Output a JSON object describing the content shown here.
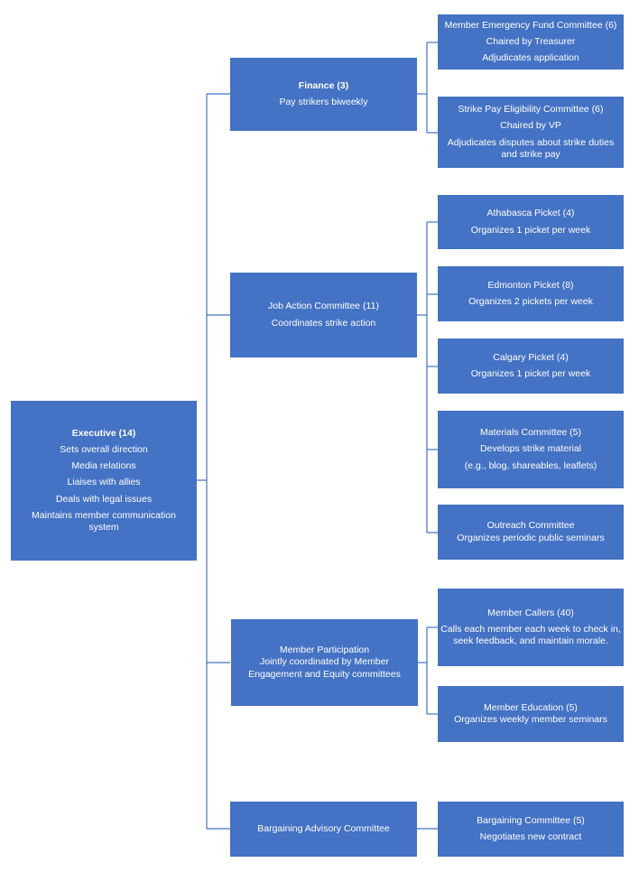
{
  "executive": {
    "title": "Executive (14)",
    "lines": [
      "Sets overall direction",
      "Media relations",
      "Liaises with allies",
      "Deals with legal issues",
      "Maintains member communication system"
    ]
  },
  "finance": {
    "title": "Finance (3)",
    "lines": [
      "Pay strikers biweekly"
    ],
    "children": [
      {
        "title": "Member Emergency Fund Committee (6)",
        "lines": [
          "Chaired by Treasurer",
          "Adjudicates application"
        ]
      },
      {
        "title": "Strike Pay Eligibility Committee (6)",
        "lines": [
          "Chaired by VP",
          "Adjudicates disputes about strike duties and strike pay"
        ]
      }
    ]
  },
  "job_action": {
    "title": "Job Action Committee (11)",
    "lines": [
      "Coordinates strike action"
    ],
    "children": [
      {
        "title": "Athabasca Picket (4)",
        "lines": [
          "Organizes 1 picket per week"
        ]
      },
      {
        "title": "Edmonton Picket (8)",
        "lines": [
          "Organizes 2 pickets per week"
        ]
      },
      {
        "title": "Calgary Picket (4)",
        "lines": [
          "Organizes 1 picket per week"
        ]
      },
      {
        "title": "Materials Committee (5)",
        "lines": [
          "Develops strike material",
          "(e.g., blog, shareables, leaflets)"
        ]
      },
      {
        "title": "Outreach Committee",
        "lines": [
          "Organizes periodic public seminars"
        ]
      }
    ]
  },
  "member_participation": {
    "title": "Member Participation",
    "lines": [
      "Jointly coordinated by Member Engagement and Equity committees"
    ],
    "children": [
      {
        "title": "Member Callers (40)",
        "lines": [
          "Calls each member each week to check in, seek feedback, and maintain morale."
        ]
      },
      {
        "title": "Member Education (5)",
        "lines": [
          "Organizes weekly member seminars"
        ]
      }
    ]
  },
  "bargaining_advisory": {
    "title": "Bargaining Advisory Committee",
    "lines": [],
    "children": [
      {
        "title": "Bargaining Committee (5)",
        "lines": [
          "Negotiates new contract"
        ]
      }
    ]
  },
  "colors": {
    "box": "#4472c4",
    "line": "#4472c4",
    "text": "#ffffff"
  }
}
